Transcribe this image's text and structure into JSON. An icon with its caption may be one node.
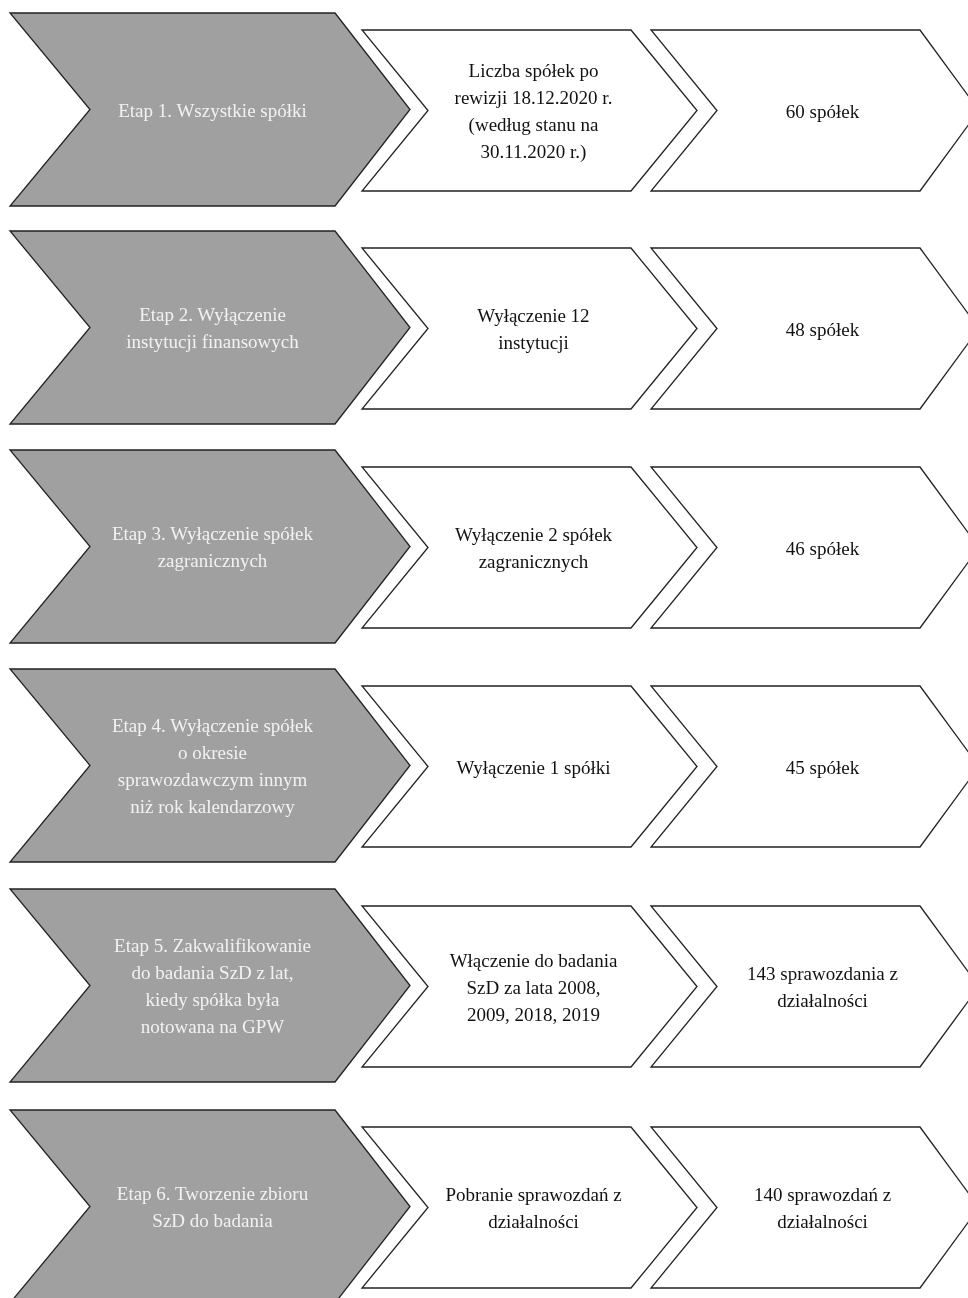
{
  "diagram": {
    "nodes": [
      {
        "text": [
          "Etap 1. Wszystkie spółki"
        ]
      },
      {
        "text": [
          "Liczba spółek po rewizji 18.12.2020 r. (według stanu na 30.11.2020 r.)"
        ]
      },
      {
        "text": [
          "60 spółek"
        ]
      },
      {
        "text": [
          "Etap 2. Wyłączenie instytucji finansowych"
        ]
      },
      {
        "text": [
          "Wyłączenie 12 instytucji"
        ]
      },
      {
        "text": [
          "48 spółek"
        ]
      },
      {
        "text": [
          "Etap 3. Wyłączenie spółek zagranicznych"
        ]
      },
      {
        "text": [
          "Wyłączenie 2 spółek zagranicznych"
        ]
      },
      {
        "text": [
          "46 spółek"
        ]
      },
      {
        "text": [
          "Etap 4. Wyłączenie spółek o okresie sprawozdawczym innym niż rok kalendarzowy"
        ]
      },
      {
        "text": [
          "Wyłączenie 1 spółki"
        ]
      },
      {
        "text": [
          "45 spółek"
        ]
      },
      {
        "text": [
          "Etap 5. Zakwalifikowanie do badania SzD z lat, kiedy spółka była notowana na GPW"
        ]
      },
      {
        "text": [
          "Włączenie do badania SzD za lata 2008, 2009, 2018, 2019"
        ]
      },
      {
        "text": [
          "143 sprawozdania z działalności"
        ]
      },
      {
        "text": [
          "Etap 6. Tworzenie zbioru SzD do badania"
        ]
      },
      {
        "text": [
          "Pobranie sprawozdań z działalności"
        ]
      },
      {
        "text": [
          "140 sprawozdań z działalności"
        ]
      }
    ]
  }
}
